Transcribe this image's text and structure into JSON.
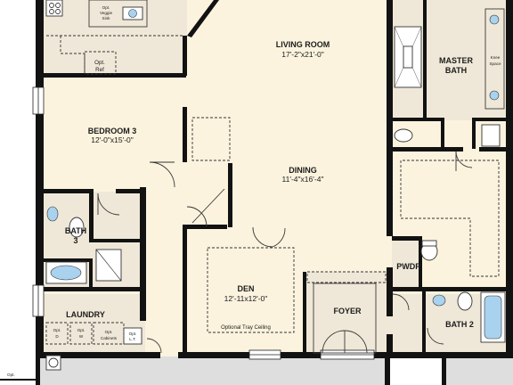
{
  "rooms": {
    "living": {
      "name": "LIVING ROOM",
      "dims": "17'-2\"x21'-0\""
    },
    "master_bath": {
      "name_1": "MASTER",
      "name_2": "BATH"
    },
    "knee_space": {
      "line_1": "Knee",
      "line_2": "Space"
    },
    "bedroom3": {
      "name": "BEDROOM 3",
      "dims": "12'-0\"x15'-0\""
    },
    "dining": {
      "name": "DINING",
      "dims": "11'-4\"x16'-4\""
    },
    "bath3": {
      "name_1": "BATH",
      "name_2": "3"
    },
    "den": {
      "name": "DEN",
      "dims": "12'-11x12'-0\"",
      "note": "Optional Tray Ceiling"
    },
    "foyer": {
      "name": "FOYER"
    },
    "pwdr": {
      "name": "PWDR"
    },
    "laundry": {
      "name": "LAUNDRY"
    },
    "bath2": {
      "name": "BATH 2"
    }
  },
  "labels": {
    "opt_ref_1": "Opt.",
    "opt_ref_2": "Ref",
    "veggie_1": "Opt.",
    "veggie_2": "Veggie",
    "veggie_3": "Sink",
    "opt_d_1": "Opt.",
    "opt_d_2": "D",
    "opt_w_1": "Opt.",
    "opt_w_2": "W",
    "cabinets_1": "Opt.",
    "cabinets_2": "Cabinets",
    "laundry_sink_1": "Opt.",
    "laundry_sink_2": "L.T.",
    "garage_opt": "Opt."
  }
}
